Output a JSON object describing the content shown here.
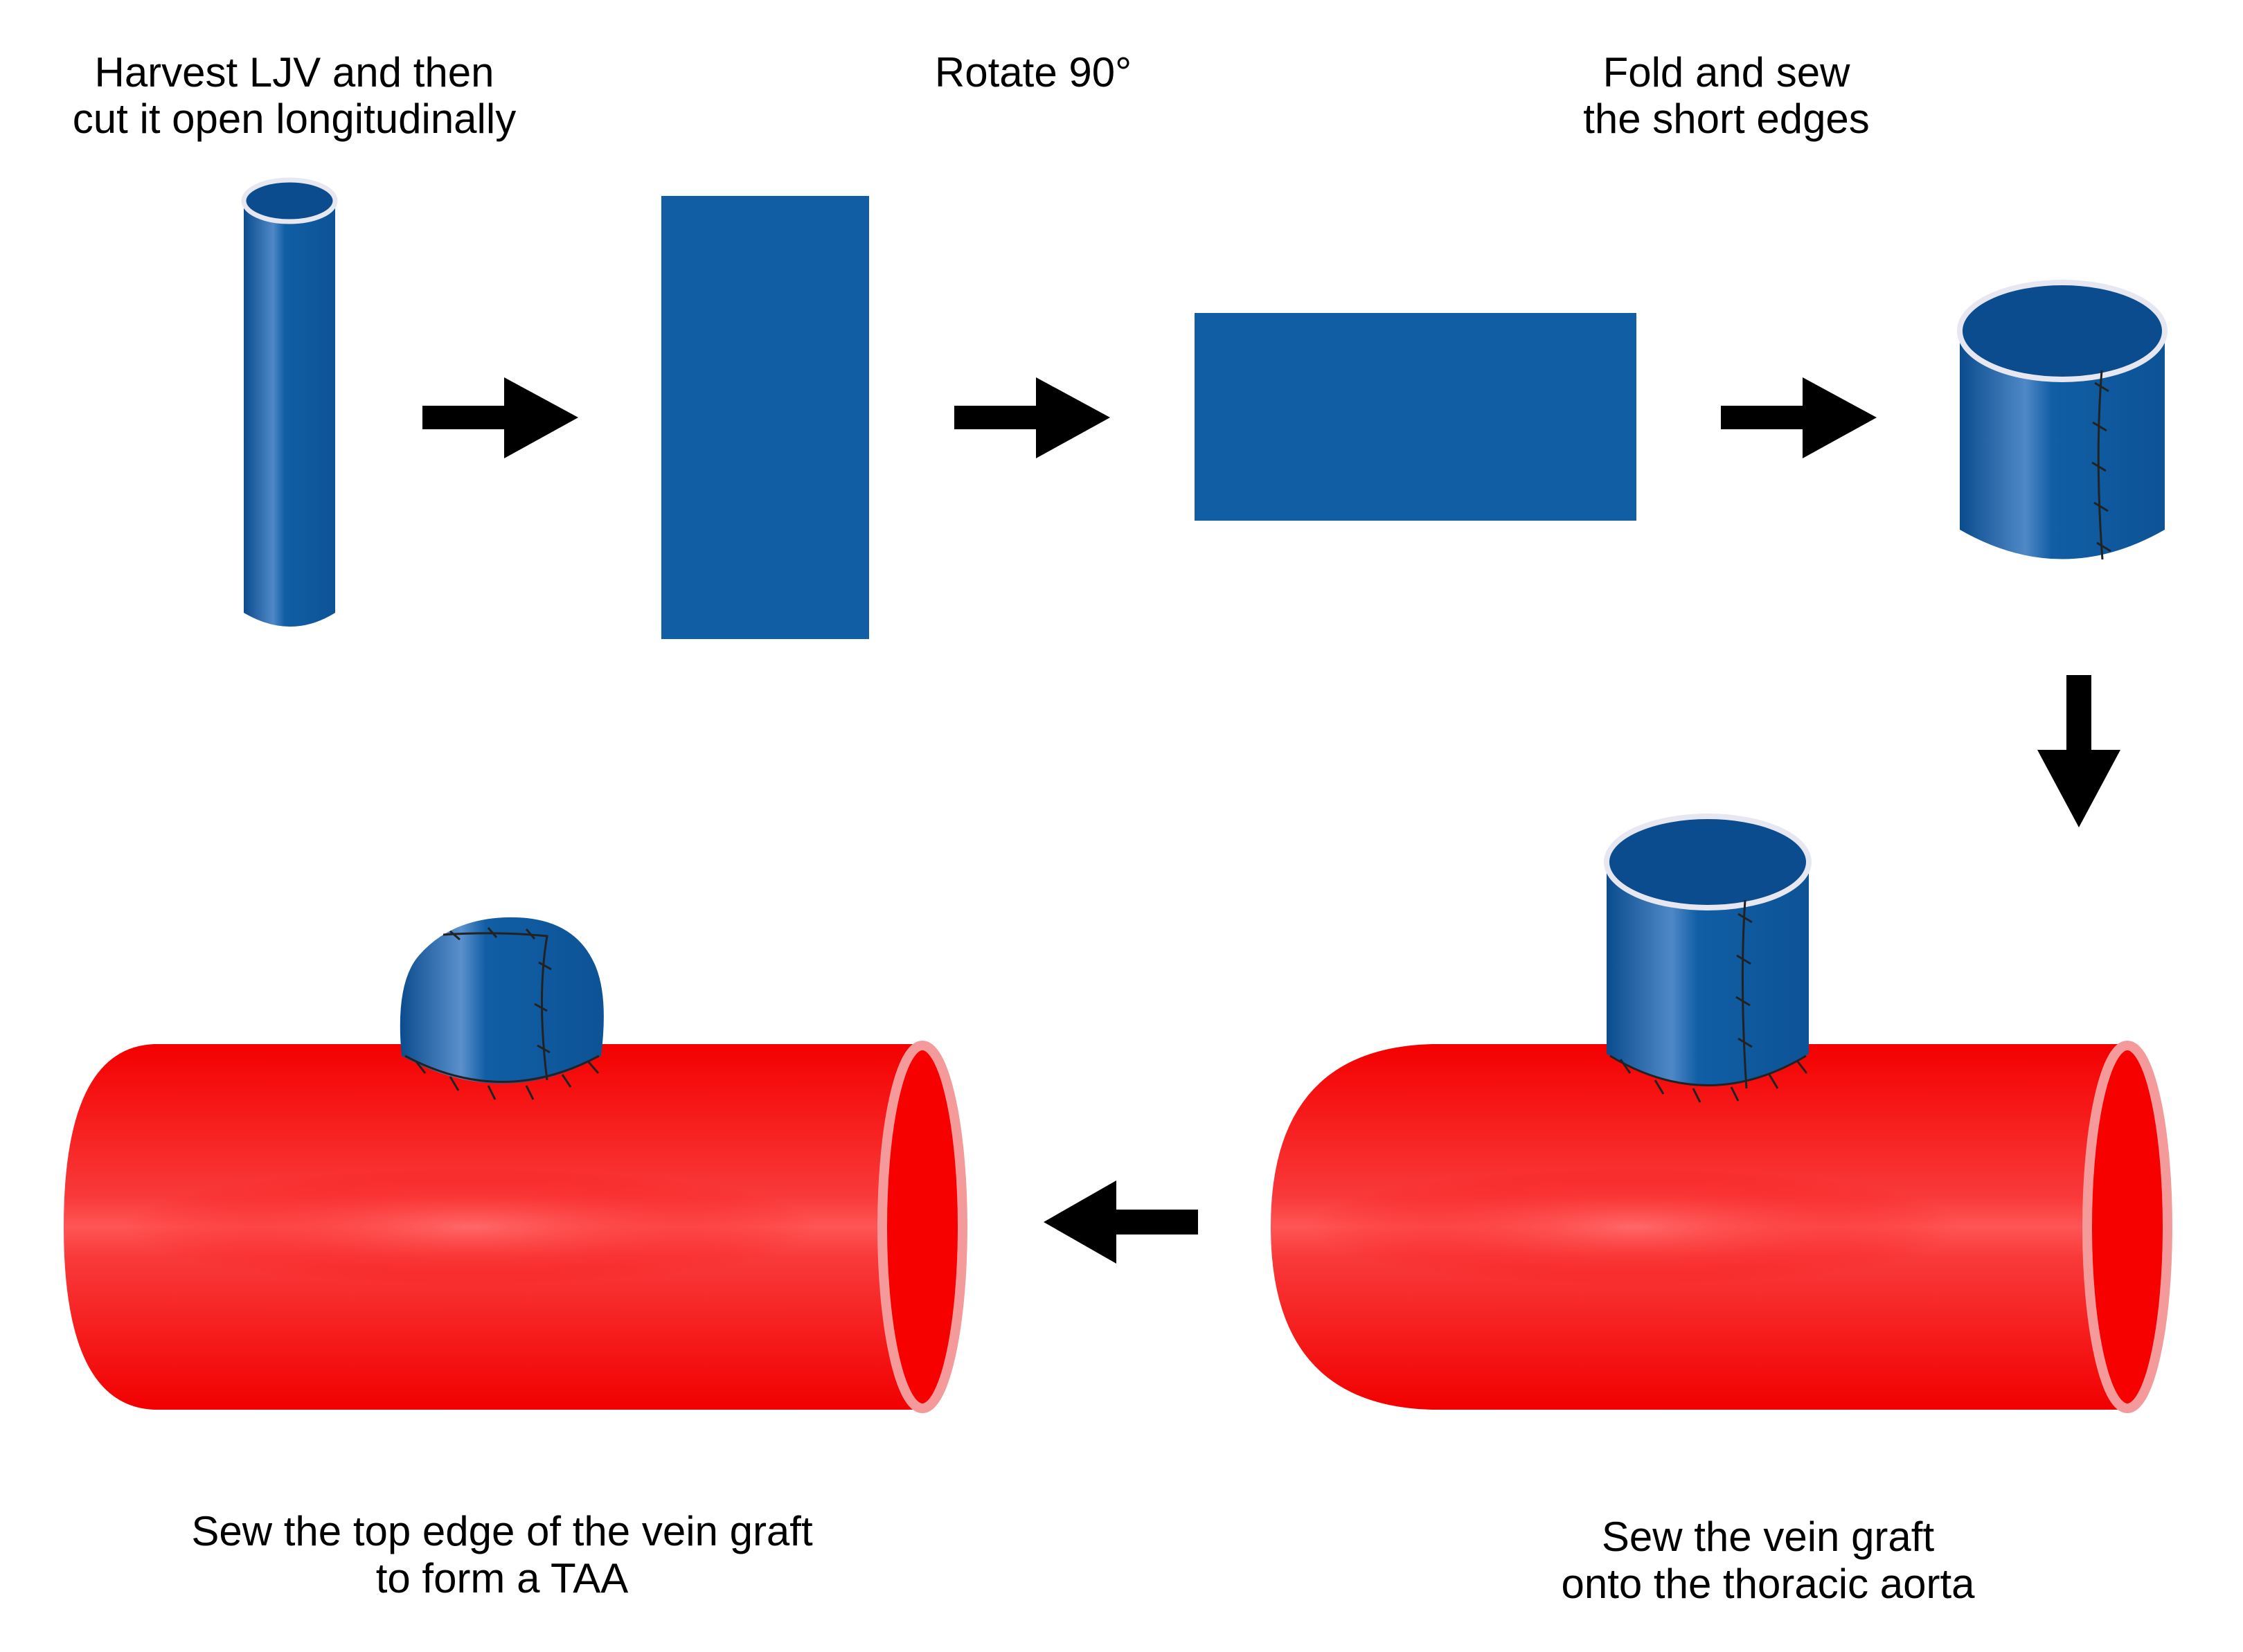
{
  "steps": {
    "harvest": {
      "line1": "Harvest LJV and then",
      "line2": "cut it open longitudinally"
    },
    "rotate": {
      "line1": "Rotate 90°"
    },
    "fold": {
      "line1": "Fold and sew",
      "line2": "the short edges"
    },
    "sew_onto": {
      "line1": "Sew the vein graft",
      "line2": "onto the thoracic aorta"
    },
    "sew_top": {
      "line1": "Sew the top edge of the vein graft",
      "line2": "to form a TAA"
    }
  },
  "colors": {
    "vein": "#115EA5",
    "vein_dark": "#0B4C8E",
    "aorta": "#F70000",
    "aorta_rim": "#F59A9A",
    "suture": "#222222",
    "arrow": "#000000"
  }
}
